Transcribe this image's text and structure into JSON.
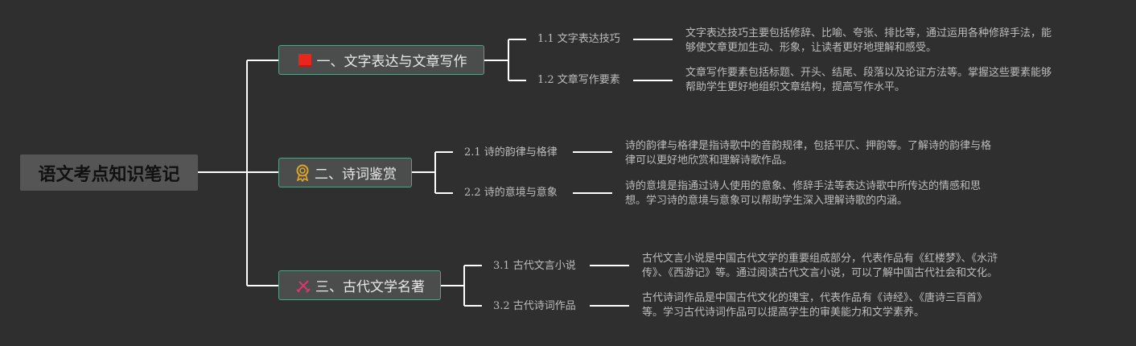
{
  "root": {
    "label": "语文考点知识笔记"
  },
  "branches": [
    {
      "label": "一、文字表达与文章写作",
      "icon": "red-flag-icon",
      "children": [
        {
          "label": "1.1 文字表达技巧",
          "desc_lines": [
            "文字表达技巧主要包括修辞、比喻、夸张、排比等，通过运用各种修辞手法，能",
            "够使文章更加生动、形象，让读者更好地理解和感受。"
          ]
        },
        {
          "label": "1.2 文章写作要素",
          "desc_lines": [
            "文章写作要素包括标题、开头、结尾、段落以及论证方法等。掌握这些要素能够",
            "帮助学生更好地组织文章结构，提高写作水平。"
          ]
        }
      ]
    },
    {
      "label": "二、诗词鉴赏",
      "icon": "award-medal-icon",
      "children": [
        {
          "label": "2.1 诗的韵律与格律",
          "desc_lines": [
            "诗的韵律与格律是指诗歌中的音韵规律，包括平仄、押韵等。了解诗的韵律与格",
            "律可以更好地欣赏和理解诗歌作品。"
          ]
        },
        {
          "label": "2.2 诗的意境与意象",
          "desc_lines": [
            "诗的意境是指通过诗人使用的意象、修辞手法等表达诗歌中所传达的情感和思",
            "想。学习诗的意境与意象可以帮助学生深入理解诗歌的内涵。"
          ]
        }
      ]
    },
    {
      "label": "三、古代文学名著",
      "icon": "crossed-swords-icon",
      "children": [
        {
          "label": "3.1 古代文言小说",
          "desc_lines": [
            "古代文言小说是中国古代文学的重要组成部分，代表作品有《红楼梦》、《水浒",
            "传》、《西游记》等。通过阅读古代文言小说，可以了解中国古代社会和文化。"
          ]
        },
        {
          "label": "3.2 古代诗词作品",
          "desc_lines": [
            "古代诗词作品是中国古代文化的瑰宝，代表作品有《诗经》、《唐诗三百首》",
            "等。学习古代诗词作品可以提高学生的审美能力和文学素养。"
          ]
        }
      ]
    }
  ],
  "colors": {
    "background": "#2f2f2f",
    "connector": "#ffffff",
    "branch_border": "#5f9b87",
    "flag": "#e8261d",
    "medal": "#e0a62b",
    "swords": "#d23a6a"
  }
}
